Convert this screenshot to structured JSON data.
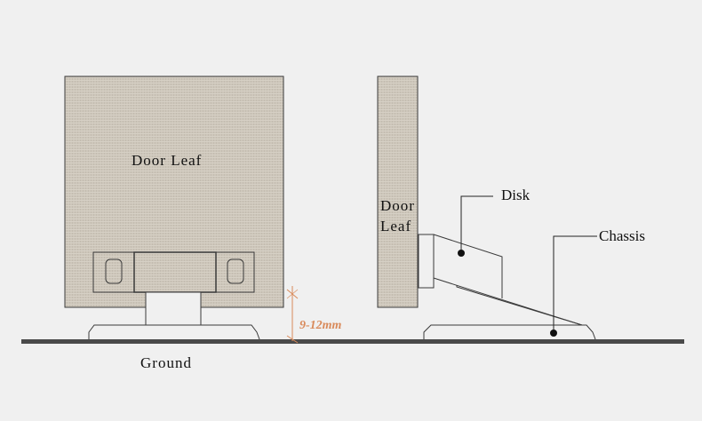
{
  "labels": {
    "front_door_leaf": "Door Leaf",
    "side_door_line1": "Door",
    "side_door_line2": "Leaf",
    "disk": "Disk",
    "chassis": "Chassis",
    "ground": "Ground",
    "gap": "9-12mm"
  },
  "colors": {
    "background": "#f0f0f0",
    "door_fill": "#cdc6ba",
    "outline": "#3a3a3a",
    "ground": "#4a4a4a",
    "dimension": "#d98a5a"
  }
}
